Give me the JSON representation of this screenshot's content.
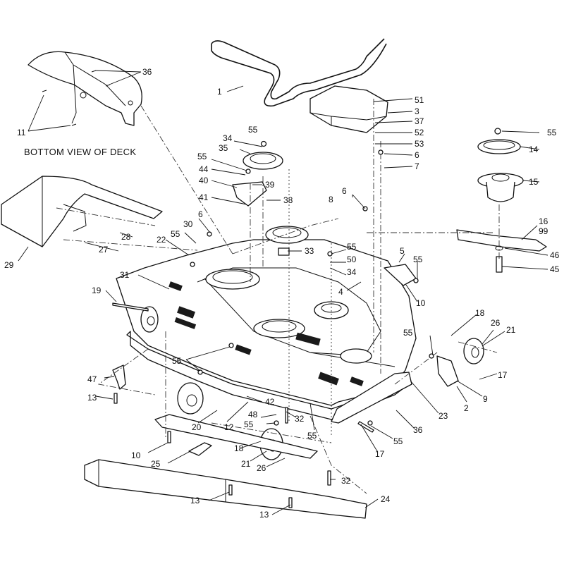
{
  "view_label": "BOTTOM VIEW OF DECK",
  "callouts": [
    {
      "id": "c1",
      "text": "1"
    },
    {
      "id": "c2",
      "text": "2"
    },
    {
      "id": "c3",
      "text": "3"
    },
    {
      "id": "c4",
      "text": "4"
    },
    {
      "id": "c5",
      "text": "5"
    },
    {
      "id": "c6a",
      "text": "6"
    },
    {
      "id": "c6b",
      "text": "6"
    },
    {
      "id": "c6c",
      "text": "6"
    },
    {
      "id": "c7",
      "text": "7"
    },
    {
      "id": "c8",
      "text": "8"
    },
    {
      "id": "c9",
      "text": "9"
    },
    {
      "id": "c10a",
      "text": "10"
    },
    {
      "id": "c10b",
      "text": "10"
    },
    {
      "id": "c11",
      "text": "11"
    },
    {
      "id": "c12",
      "text": "12"
    },
    {
      "id": "c13a",
      "text": "13"
    },
    {
      "id": "c13b",
      "text": "13"
    },
    {
      "id": "c13c",
      "text": "13"
    },
    {
      "id": "c14",
      "text": "14"
    },
    {
      "id": "c15",
      "text": "15"
    },
    {
      "id": "c16",
      "text": "16"
    },
    {
      "id": "c17a",
      "text": "17"
    },
    {
      "id": "c17b",
      "text": "17"
    },
    {
      "id": "c18a",
      "text": "18"
    },
    {
      "id": "c18b",
      "text": "18"
    },
    {
      "id": "c19",
      "text": "19"
    },
    {
      "id": "c20",
      "text": "20"
    },
    {
      "id": "c21a",
      "text": "21"
    },
    {
      "id": "c21b",
      "text": "21"
    },
    {
      "id": "c22",
      "text": "22"
    },
    {
      "id": "c23",
      "text": "23"
    },
    {
      "id": "c24",
      "text": "24"
    },
    {
      "id": "c25",
      "text": "25"
    },
    {
      "id": "c26a",
      "text": "26"
    },
    {
      "id": "c26b",
      "text": "26"
    },
    {
      "id": "c27",
      "text": "27"
    },
    {
      "id": "c28",
      "text": "28"
    },
    {
      "id": "c29",
      "text": "29"
    },
    {
      "id": "c30",
      "text": "30"
    },
    {
      "id": "c31",
      "text": "31"
    },
    {
      "id": "c32a",
      "text": "32"
    },
    {
      "id": "c32b",
      "text": "32"
    },
    {
      "id": "c33",
      "text": "33"
    },
    {
      "id": "c34a",
      "text": "34"
    },
    {
      "id": "c34b",
      "text": "34"
    },
    {
      "id": "c35",
      "text": "35"
    },
    {
      "id": "c36a",
      "text": "36"
    },
    {
      "id": "c36b",
      "text": "36"
    },
    {
      "id": "c37",
      "text": "37"
    },
    {
      "id": "c38",
      "text": "38"
    },
    {
      "id": "c39",
      "text": "39"
    },
    {
      "id": "c40",
      "text": "40"
    },
    {
      "id": "c41",
      "text": "41"
    },
    {
      "id": "c42",
      "text": "42"
    },
    {
      "id": "c44",
      "text": "44"
    },
    {
      "id": "c45",
      "text": "45"
    },
    {
      "id": "c46",
      "text": "46"
    },
    {
      "id": "c47",
      "text": "47"
    },
    {
      "id": "c48",
      "text": "48"
    },
    {
      "id": "c50",
      "text": "50"
    },
    {
      "id": "c51",
      "text": "51"
    },
    {
      "id": "c52",
      "text": "52"
    },
    {
      "id": "c53",
      "text": "53"
    },
    {
      "id": "c55a",
      "text": "55"
    },
    {
      "id": "c55b",
      "text": "55"
    },
    {
      "id": "c55c",
      "text": "55"
    },
    {
      "id": "c55d",
      "text": "55"
    },
    {
      "id": "c55e",
      "text": "55"
    },
    {
      "id": "c55f",
      "text": "55"
    },
    {
      "id": "c55g",
      "text": "55"
    },
    {
      "id": "c55h",
      "text": "55"
    },
    {
      "id": "c55i",
      "text": "55"
    },
    {
      "id": "c55j",
      "text": "55"
    },
    {
      "id": "c55k",
      "text": "55"
    },
    {
      "id": "c99",
      "text": "99"
    }
  ]
}
